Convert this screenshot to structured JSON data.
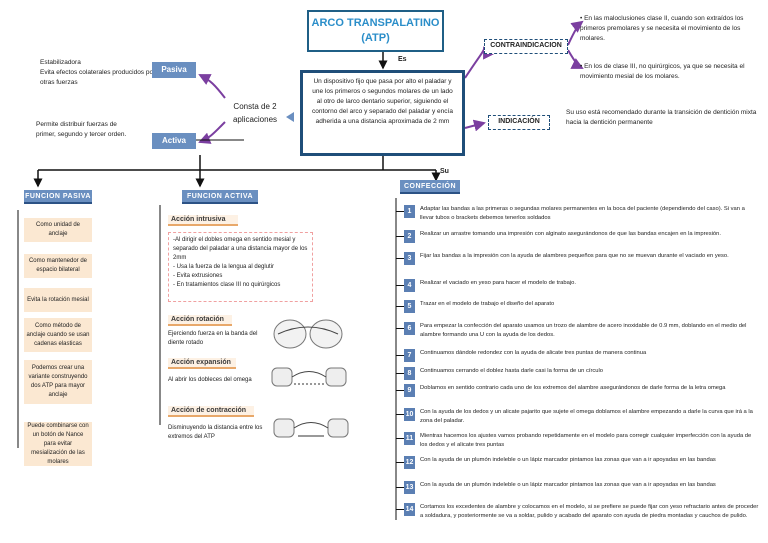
{
  "title": {
    "line1": "ARCO TRANSPALATINO",
    "line2": "(ATP)"
  },
  "es_label": "Es",
  "definition": "Un dispositivo fijo que pasa por alto el paladar y une los primeros o segundos molares de un lado al otro de larco dentario superior, siguiendo el contorno del arco y separado del paladar y encía adherida a una distancia aproximada de 2 mm",
  "consta_label": "Consta de 2 aplicaciones",
  "pasiva": {
    "label": "Pasiva",
    "note": "Estabilizadora\nEvita efectos colaterales producidos por otras fuerzas"
  },
  "activa": {
    "label": "Activa",
    "note": "Permite distribuir fuerzas de primer, segundo y tercer orden."
  },
  "contraindicacion": {
    "label": "CONTRAINDICACION",
    "items": [
      "En las maloclusiones clase II, cuando son extraídos los primeros premolares y se necesita el movimiento de los molares.",
      "En los de clase III, no quirúrgicos, ya que se necesita el movimiento mesial de los molares."
    ]
  },
  "indicacion": {
    "label": "INDICACIÓN",
    "text": "Su uso está recomendado durante la transición de dentición mixta hacia la dentición permanente"
  },
  "su_label": "Su",
  "funcion_pasiva": {
    "header": "FUNCION PASIVA",
    "items": [
      "Como unidad de anclaje",
      "Como mantenedor de espacio bilateral",
      "Evita la rotación mesial",
      "Como método de anclaje cuando se usan cadenas elasticas",
      "Podemos crear una variante construyendo dos ATP para mayor anclaje",
      "Puede combinarse con un botón de Nance para evitar mesialización de las molares"
    ]
  },
  "funcion_activa": {
    "header": "FUNCION ACTIVA",
    "intrusiva": {
      "head": "Acción intrusiva",
      "bullets": [
        "-Al dirigir el dobles omega en sentido mesial y separado del paladar a una distancia mayor de los 2mm",
        "- Usa la fuerza de la lengua al deglutir",
        "- Evita extrusiones",
        "- En tratamientos clase III no quirúrgicos"
      ]
    },
    "rotacion": {
      "head": "Acción rotación",
      "text": "Ejerciendo fuerza en la banda del diente rotado"
    },
    "expansion": {
      "head": "Acción expansión",
      "text": "Al abrir los dobleces del omega"
    },
    "contraccion": {
      "head": "Acción de contracción",
      "text": "Disminuyendo la distancia entre los extremos del ATP"
    }
  },
  "confeccion": {
    "header": "CONFECCIÓN",
    "steps": [
      {
        "num": "1",
        "text": "Adaptar las bandas a las primeras o segundas molares permanentes en la boca del paciente (dependiendo del caso). Si van a llevar tubos o brackets debemos tenerlos soldados"
      },
      {
        "num": "2",
        "text": "Realizar un arrastre tomando una impresión con alginato asegurándonos de que las bandas encajen en la impresión."
      },
      {
        "num": "3",
        "text": "Fijar las bandas a la impresión con la ayuda de alambres pequeños para que no se muevan durante el vaciado en yeso."
      },
      {
        "num": "4",
        "text": "Realizar el vaciado en yeso para hacer el modelo de trabajo."
      },
      {
        "num": "5",
        "text": "Trazar en el modelo de trabajo el diseño del aparato"
      },
      {
        "num": "6",
        "text": "Para empezar la confección del aparato usamos un trozo de alambre de acero inoxidable de 0.9 mm, doblando en el medio del alambre formando una U con la ayuda de los dedos."
      },
      {
        "num": "7",
        "text": "Continuamos dándole redondez con la ayuda de alicate tres puntas de manera continua"
      },
      {
        "num": "8",
        "text": "Continuamos cerrando el doblez hasta darle casi la forma de un círculo"
      },
      {
        "num": "9",
        "text": "Doblamos en sentido contrario cada uno de los extremos del alambre asegurándonos de darle forma de la letra omega"
      },
      {
        "num": "10",
        "text": "Con la ayuda de los dedos y un alicate pajarito que sujete el omega doblamos el alambre empezando a darle la curva que irá a la zona del paladar."
      },
      {
        "num": "11",
        "text": "Mientras hacemos los ajustes vamos probando repetidamente en el modelo para corregir cualquier imperfección con la ayuda de los dedos y el alicate tres puntas"
      },
      {
        "num": "12",
        "text": "Con la ayuda de un plumón indeleble o un lápiz marcador pintamos las zonas que van a ir apoyadas en las bandas"
      },
      {
        "num": "13",
        "text": "Con la ayuda de un plumón indeleble o un lápiz marcador pintamos las zonas que van a ir apoyadas en las bandas"
      },
      {
        "num": "14",
        "text": "Cortamos los excedentes de alambre y colocamos en el modelo, si se prefiere se puede fijar con yeso refractario antes de proceder a soldadura, y posteriormente se va a soldar, pulido y acabado del aparato con ayuda de piedra montadas y cauchos de pulido."
      }
    ]
  },
  "colors": {
    "primary": "#1f4e79",
    "pill": "#6a8fc0",
    "accent_arrow": "#7b3fa0",
    "peach": "#fbe8d2"
  }
}
